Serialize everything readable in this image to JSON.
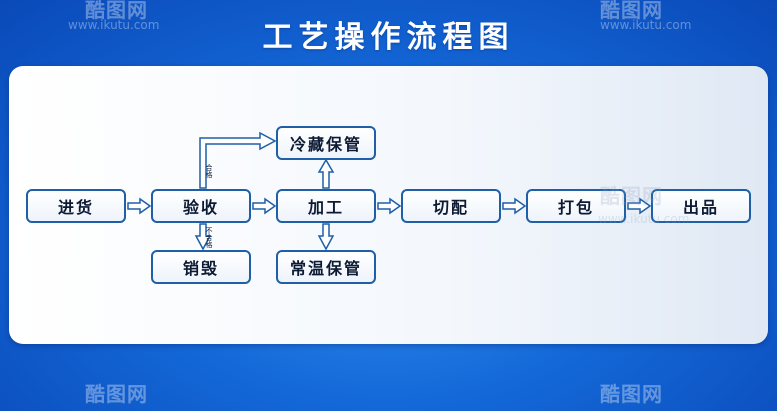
{
  "title": "工艺操作流程图",
  "nodes": {
    "intake": "进货",
    "inspect": "验收",
    "destroy": "销毁",
    "cold": "冷藏保管",
    "process": "加工",
    "normal": "常温保管",
    "cut": "切配",
    "pack": "打包",
    "out": "出品"
  },
  "edge_labels": {
    "pass": "合格",
    "fail": "不合格"
  },
  "watermark": {
    "brand": "酷图网",
    "url": "www.ikutu.com"
  },
  "colors": {
    "background": "#1468d8",
    "node_border": "#1e5fa8",
    "arrow": "#1e5fa8"
  }
}
